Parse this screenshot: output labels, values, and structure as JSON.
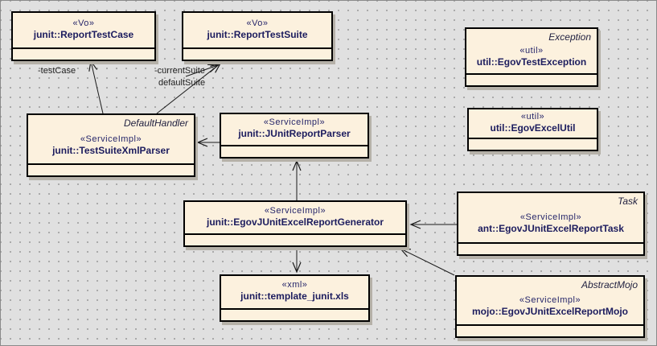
{
  "diagram": {
    "classes": [
      {
        "id": "report-test-case",
        "supertype": "",
        "stereotype": "«Vo»",
        "name": "junit::ReportTestCase"
      },
      {
        "id": "report-test-suite",
        "supertype": "",
        "stereotype": "«Vo»",
        "name": "junit::ReportTestSuite"
      },
      {
        "id": "egov-test-exception",
        "supertype": "Exception",
        "stereotype": "«util»",
        "name": "util::EgovTestException"
      },
      {
        "id": "egov-excel-util",
        "supertype": "",
        "stereotype": "«util»",
        "name": "util::EgovExcelUtil"
      },
      {
        "id": "test-suite-xml-parser",
        "supertype": "DefaultHandler",
        "stereotype": "«ServiceImpl»",
        "name": "junit::TestSuiteXmlParser"
      },
      {
        "id": "junit-report-parser",
        "supertype": "",
        "stereotype": "«ServiceImpl»",
        "name": "junit::JUnitReportParser"
      },
      {
        "id": "egov-junit-excel-report-generator",
        "supertype": "",
        "stereotype": "«ServiceImpl»",
        "name": "junit::EgovJUnitExcelReportGenerator"
      },
      {
        "id": "egov-junit-excel-report-task",
        "supertype": "Task",
        "stereotype": "«ServiceImpl»",
        "name": "ant::EgovJUnitExcelReportTask"
      },
      {
        "id": "template-junit-xls",
        "supertype": "",
        "stereotype": "«xml»",
        "name": "junit::template_junit.xls"
      },
      {
        "id": "egov-junit-excel-report-mojo",
        "supertype": "AbstractMojo",
        "stereotype": "«ServiceImpl»",
        "name": "mojo::EgovJUnitExcelReportMojo"
      }
    ],
    "edge_labels": {
      "test_case": "-testCase",
      "current_suite": "-currentSuite",
      "default_suite": "defaultSuite"
    },
    "relationships": [
      {
        "from": "test-suite-xml-parser",
        "to": "report-test-case",
        "type": "association",
        "label": "-testCase"
      },
      {
        "from": "test-suite-xml-parser",
        "to": "report-test-suite",
        "type": "association",
        "label": "-currentSuite"
      },
      {
        "from": "test-suite-xml-parser",
        "to": "report-test-suite",
        "type": "association",
        "label": "defaultSuite"
      },
      {
        "from": "junit-report-parser",
        "to": "test-suite-xml-parser",
        "type": "association",
        "label": ""
      },
      {
        "from": "egov-junit-excel-report-generator",
        "to": "junit-report-parser",
        "type": "association",
        "label": ""
      },
      {
        "from": "egov-junit-excel-report-task",
        "to": "egov-junit-excel-report-generator",
        "type": "association",
        "label": ""
      },
      {
        "from": "egov-junit-excel-report-generator",
        "to": "template-junit-xls",
        "type": "association",
        "label": ""
      },
      {
        "from": "egov-junit-excel-report-mojo",
        "to": "egov-junit-excel-report-generator",
        "type": "association",
        "label": ""
      }
    ],
    "colors": {
      "background": "#e0e0e0",
      "grid_dot": "#9c9c9c",
      "box_fill": "#fcf1de",
      "box_border": "#000000",
      "box_shadow": "#b5b1a8",
      "class_name_text": "#1c1c5e",
      "stereotype_text": "#26266a",
      "supertype_text": "#1f1f3f",
      "edge_stroke": "#1a1a1a"
    }
  }
}
